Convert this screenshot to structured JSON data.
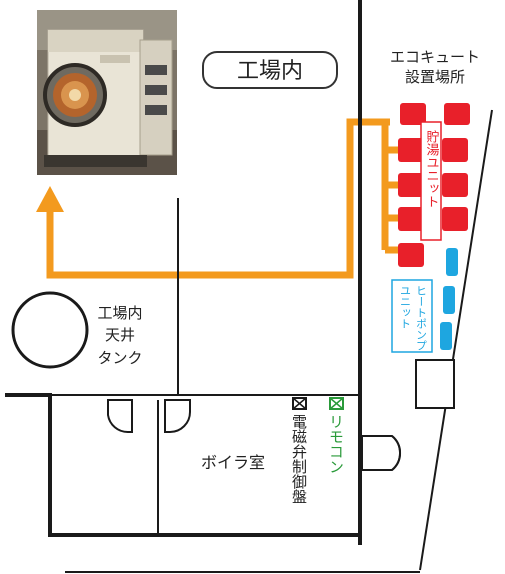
{
  "title": "工場内",
  "ecocute_label_line1": "エコキュート",
  "ecocute_label_line2": "設置場所",
  "tank_label_line1": "工場内",
  "tank_label_line2": "天井",
  "tank_label_line3": "タンク",
  "storage_unit_label": "貯湯ユニット",
  "heatpump_unit_label_line1": "ヒートポンプ",
  "heatpump_unit_label_line2": "ユニット",
  "boiler_room_label": "ボイラ室",
  "remote_label": "リモコン",
  "valve_panel_label": "電磁弁制御盤",
  "photo_subject": "industrial washing machine",
  "colors": {
    "pipe": "#f39a1e",
    "storage_unit": "#e8202a",
    "heatpump_unit": "#1ea6e0",
    "remote_icon": "#2a9a3a",
    "wall": "#1a1a1a"
  }
}
